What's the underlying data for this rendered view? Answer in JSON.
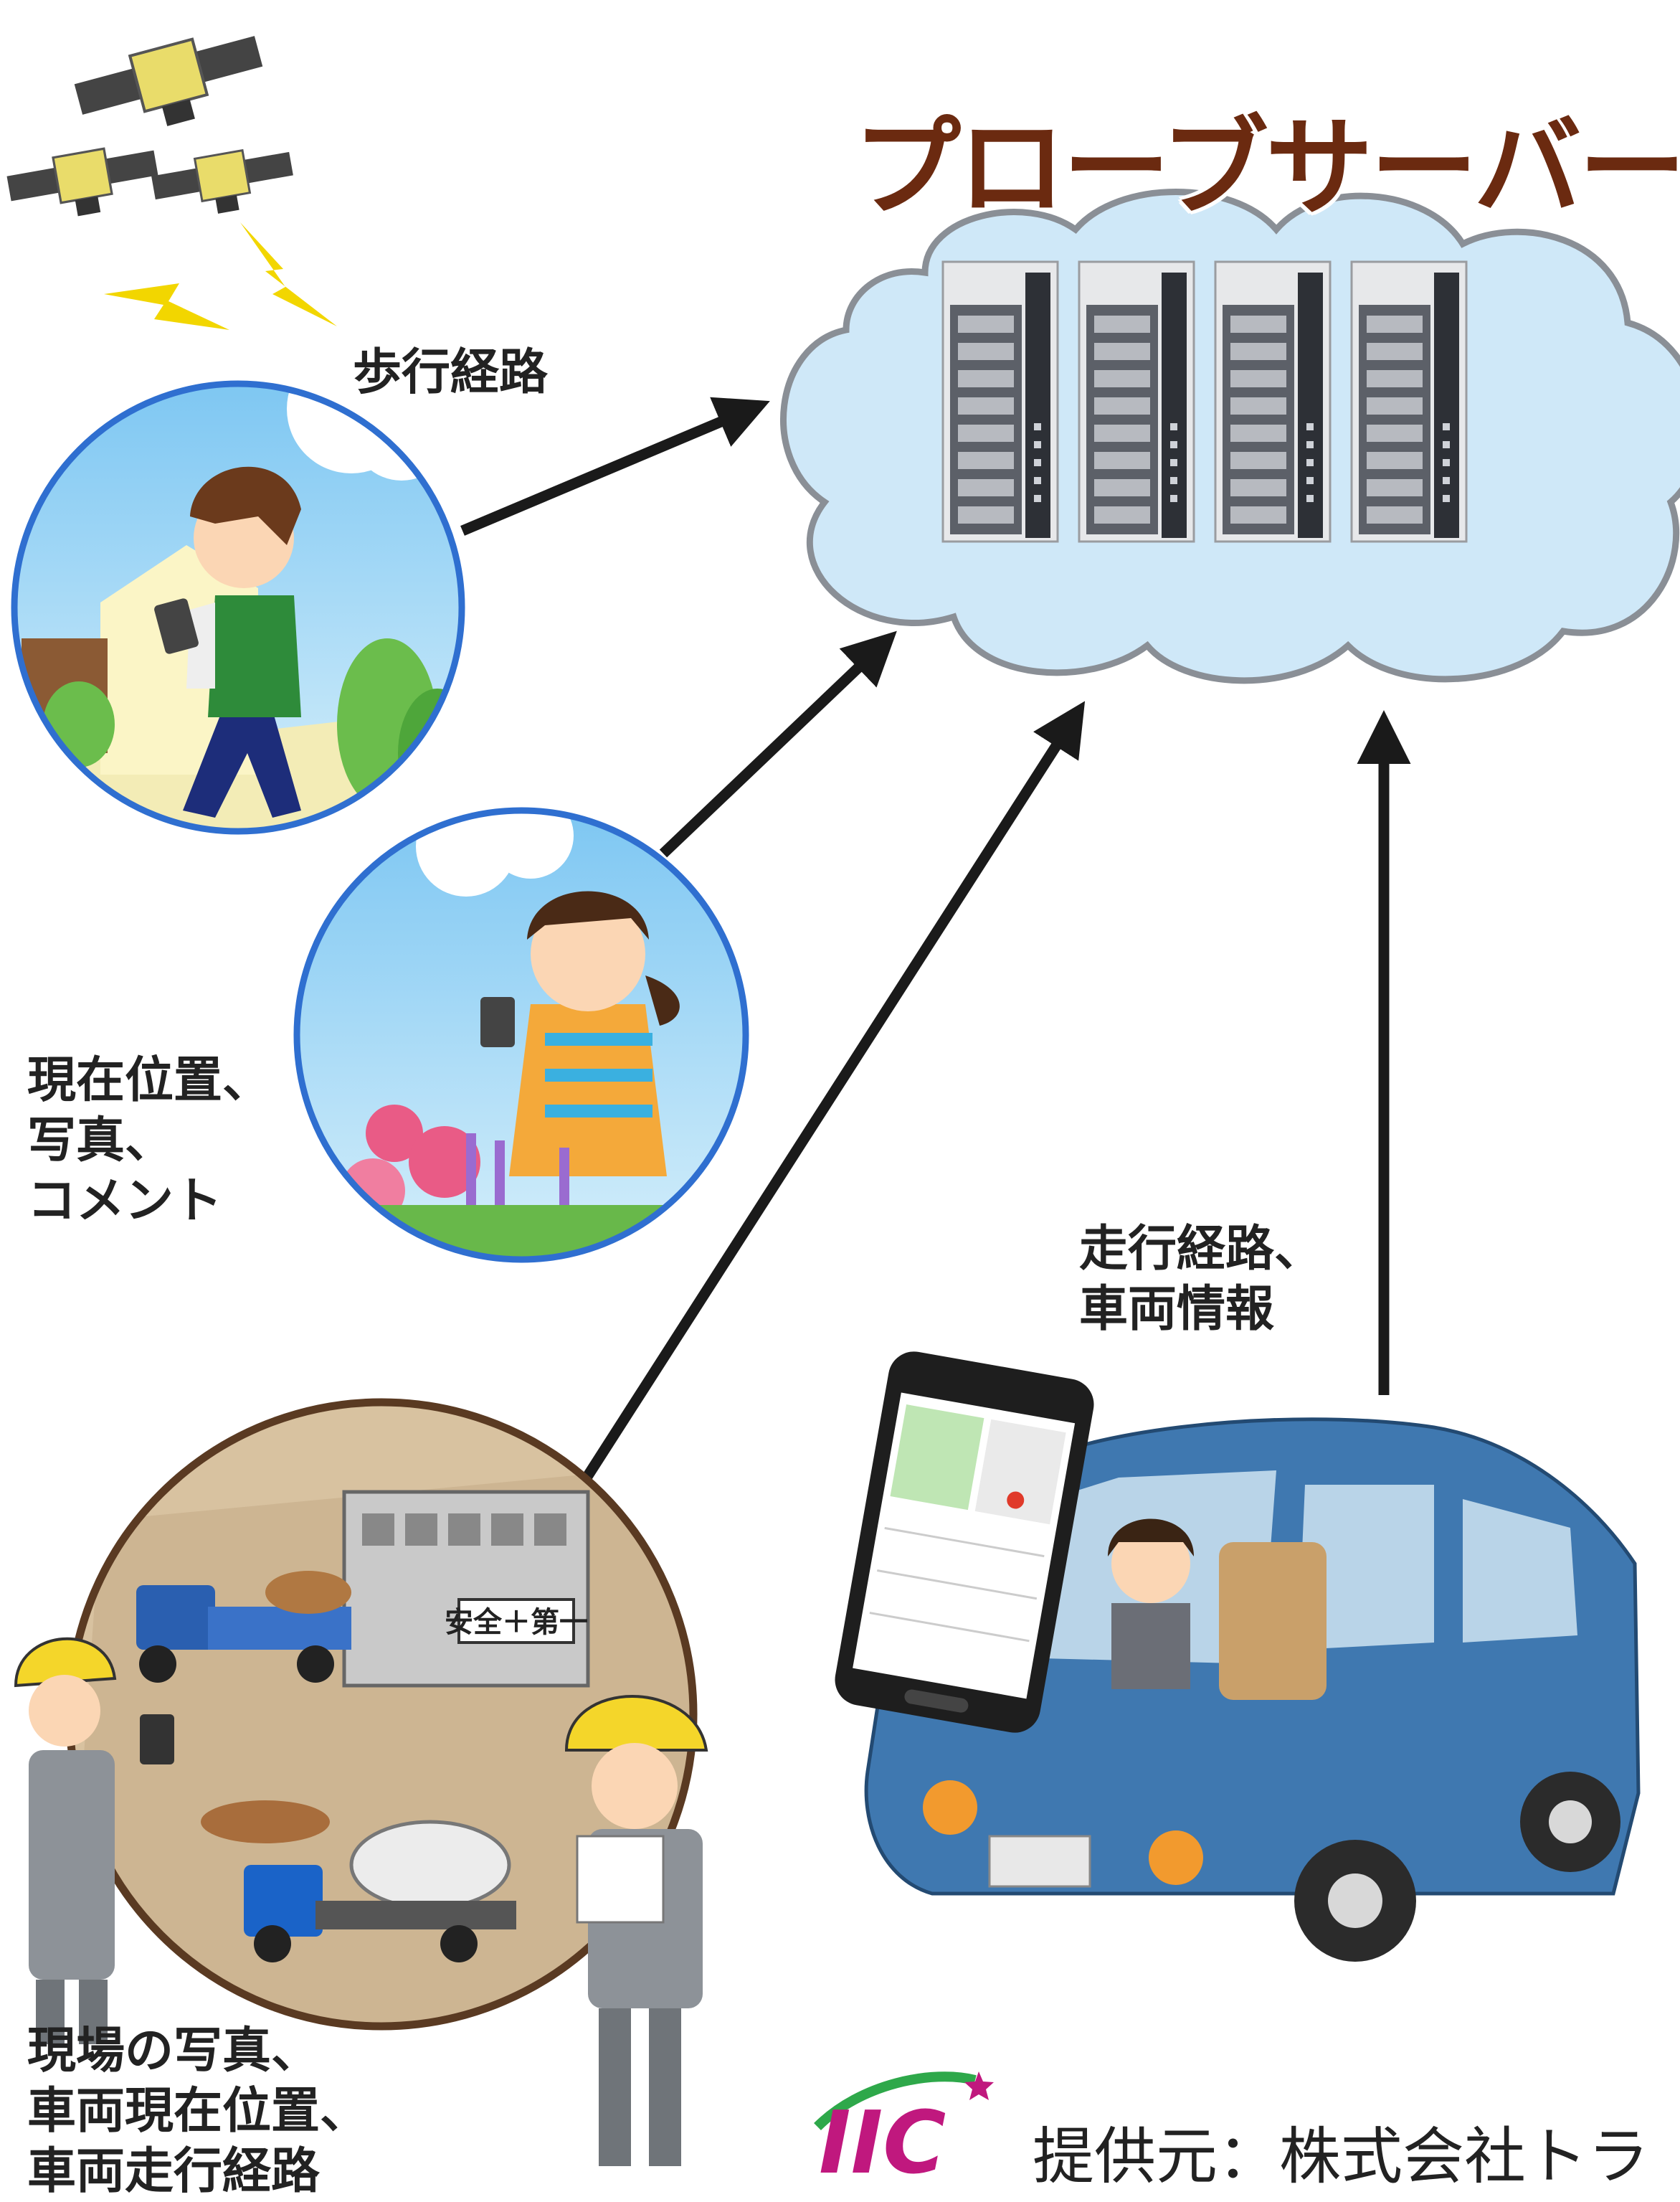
{
  "title": "プローブサーバー",
  "labels": {
    "walk_route": "歩行経路",
    "position_photo_comment": [
      "現在位置、",
      "写真、",
      "コメント"
    ],
    "drive_route_vehicle_info": [
      "走行経路、",
      "車両情報"
    ],
    "site_info": [
      "現場の写真、",
      "車両現在位置、",
      "車両走行経路"
    ]
  },
  "signboard": "安全＋第一",
  "logo": "IIC",
  "credit": "提供元：株式会社トラ",
  "colors": {
    "title": "#6b2a10",
    "cloud_fill": "#cfe8f8",
    "cloud_stroke": "#8a8f96",
    "arrow": "#1a1a1a",
    "circle_border": "#2f6fd0",
    "site_border": "#5a3a22",
    "car": "#3f78b0",
    "logo_green": "#2ea84a",
    "logo_pink": "#c0187e"
  }
}
